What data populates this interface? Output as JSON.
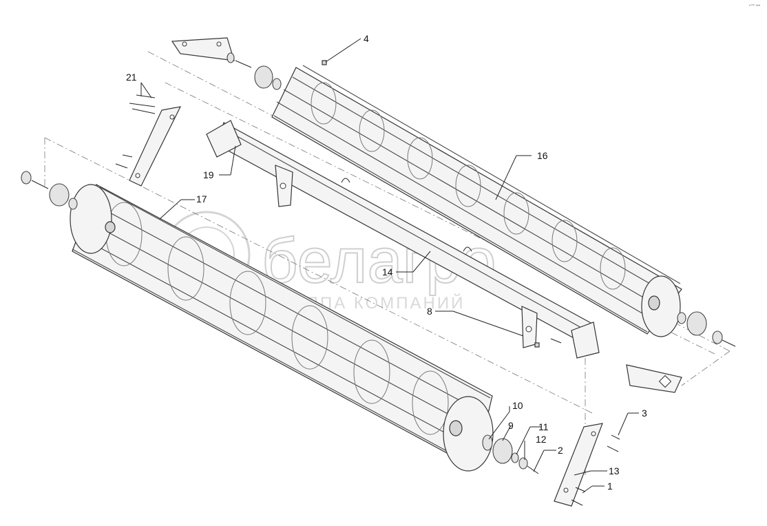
{
  "corner_mark": "•™ •••",
  "watermark": {
    "brand": "белагро",
    "tagline": "ГРУППА КОМПАНИЙ"
  },
  "callouts": [
    {
      "number": "1"
    },
    {
      "number": "2"
    },
    {
      "number": "3"
    },
    {
      "number": "4"
    },
    {
      "number": "8"
    },
    {
      "number": "9"
    },
    {
      "number": "10"
    },
    {
      "number": "11"
    },
    {
      "number": "12"
    },
    {
      "number": "13"
    },
    {
      "number": "14"
    },
    {
      "number": "16"
    },
    {
      "number": "17"
    },
    {
      "number": "19"
    },
    {
      "number": "21"
    }
  ]
}
